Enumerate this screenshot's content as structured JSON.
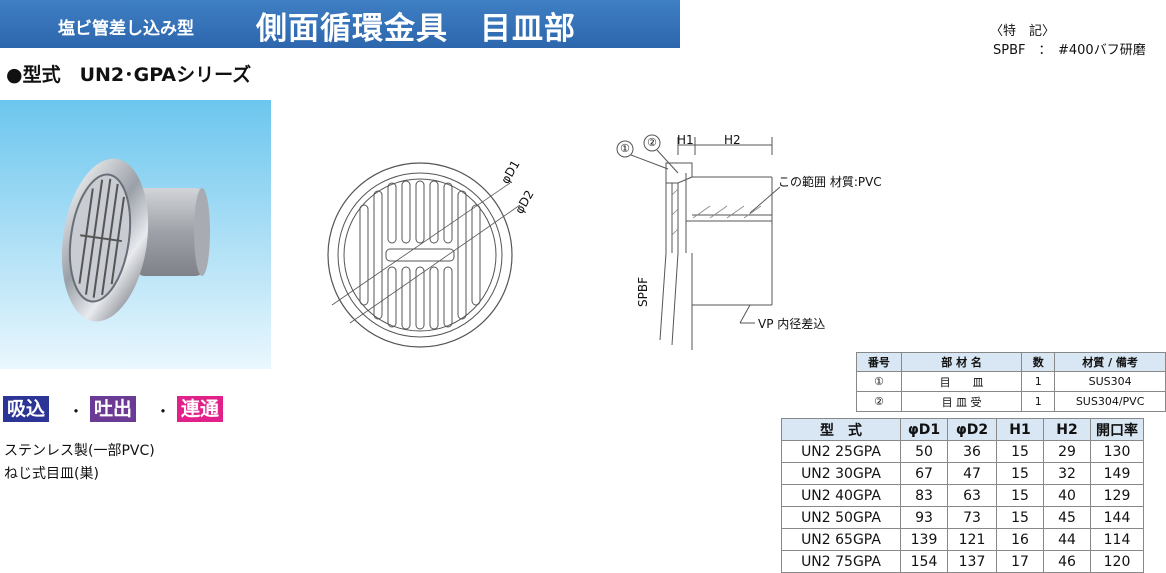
{
  "header": {
    "subtitle": "塩ビ管差し込み型",
    "title": "側面循環金具　目皿部"
  },
  "notes": {
    "heading": "〈特　記〉",
    "text": "SPBF　：　#400バフ研磨"
  },
  "model": {
    "label": "●型式　UN2･GPAシリーズ"
  },
  "badges": [
    "吸込",
    "吐出",
    "連通"
  ],
  "badge_separator": "・",
  "badge_colors": [
    "#2c3595",
    "#6b3a94",
    "#e2208a"
  ],
  "description": {
    "line1": "ステンレス製(一部PVC)",
    "line2": "ねじ式目皿(巣)"
  },
  "drawing": {
    "front": {
      "d1": "φD1",
      "d2": "φD2"
    },
    "section": {
      "part1": "①",
      "part2": "②",
      "h1": "H1",
      "h2": "H2",
      "range_note": "この範囲 材質:PVC",
      "spbf": "SPBF",
      "vp_note": "VP 内径差込"
    }
  },
  "parts_table": {
    "headers": [
      "番号",
      "部 材 名",
      "数",
      "材質 / 備考"
    ],
    "rows": [
      [
        "①",
        "目　　皿",
        "1",
        "SUS304"
      ],
      [
        "②",
        "目 皿 受",
        "1",
        "SUS304/PVC"
      ]
    ]
  },
  "spec_table": {
    "headers": [
      "型　式",
      "φD1",
      "φD2",
      "H1",
      "H2",
      "開口率"
    ],
    "rows": [
      [
        "UN2 25GPA",
        "50",
        "36",
        "15",
        "29",
        "130"
      ],
      [
        "UN2 30GPA",
        "67",
        "47",
        "15",
        "32",
        "149"
      ],
      [
        "UN2 40GPA",
        "83",
        "63",
        "15",
        "40",
        "129"
      ],
      [
        "UN2 50GPA",
        "93",
        "73",
        "15",
        "45",
        "144"
      ],
      [
        "UN2 65GPA",
        "139",
        "121",
        "16",
        "44",
        "114"
      ],
      [
        "UN2 75GPA",
        "154",
        "137",
        "17",
        "46",
        "120"
      ]
    ]
  }
}
